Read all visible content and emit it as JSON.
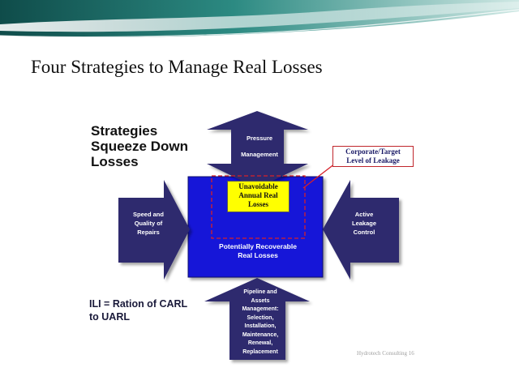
{
  "slide": {
    "title": "Four Strategies to Manage Real Losses",
    "headline": [
      "Strategies",
      "Squeeze Down",
      "Losses"
    ],
    "ili_note": [
      "ILI = Ration of CARL",
      "to UARL"
    ],
    "credit": "Hydrotech Consulting 16"
  },
  "diagram": {
    "arrows": {
      "pressure": [
        "Pressure",
        "Management"
      ],
      "speed": [
        "Speed and",
        "Quality of",
        "Repairs"
      ],
      "active": [
        "Active",
        "Leakage",
        "Control"
      ],
      "pipeline": [
        "Pipeline and",
        "Assets",
        "Management:",
        "Selection,",
        "Installation,",
        "Maintenance,",
        "Renewal,",
        "Replacement"
      ]
    },
    "center_box": [
      "Potentially Recoverable",
      "Real Losses"
    ],
    "inner_box": [
      "Unavoidable",
      "Annual Real",
      "Losses"
    ],
    "callout": [
      "Corporate/Target",
      "Level of Leakage"
    ]
  },
  "colors": {
    "arrow_fill": "#2e2a6e",
    "center_fill": "#1414d8",
    "inner_fill": "#ffff00",
    "dashed_line": "#d6202a",
    "callout_border": "#c0262c",
    "banner_teal": "#1c6b66"
  }
}
